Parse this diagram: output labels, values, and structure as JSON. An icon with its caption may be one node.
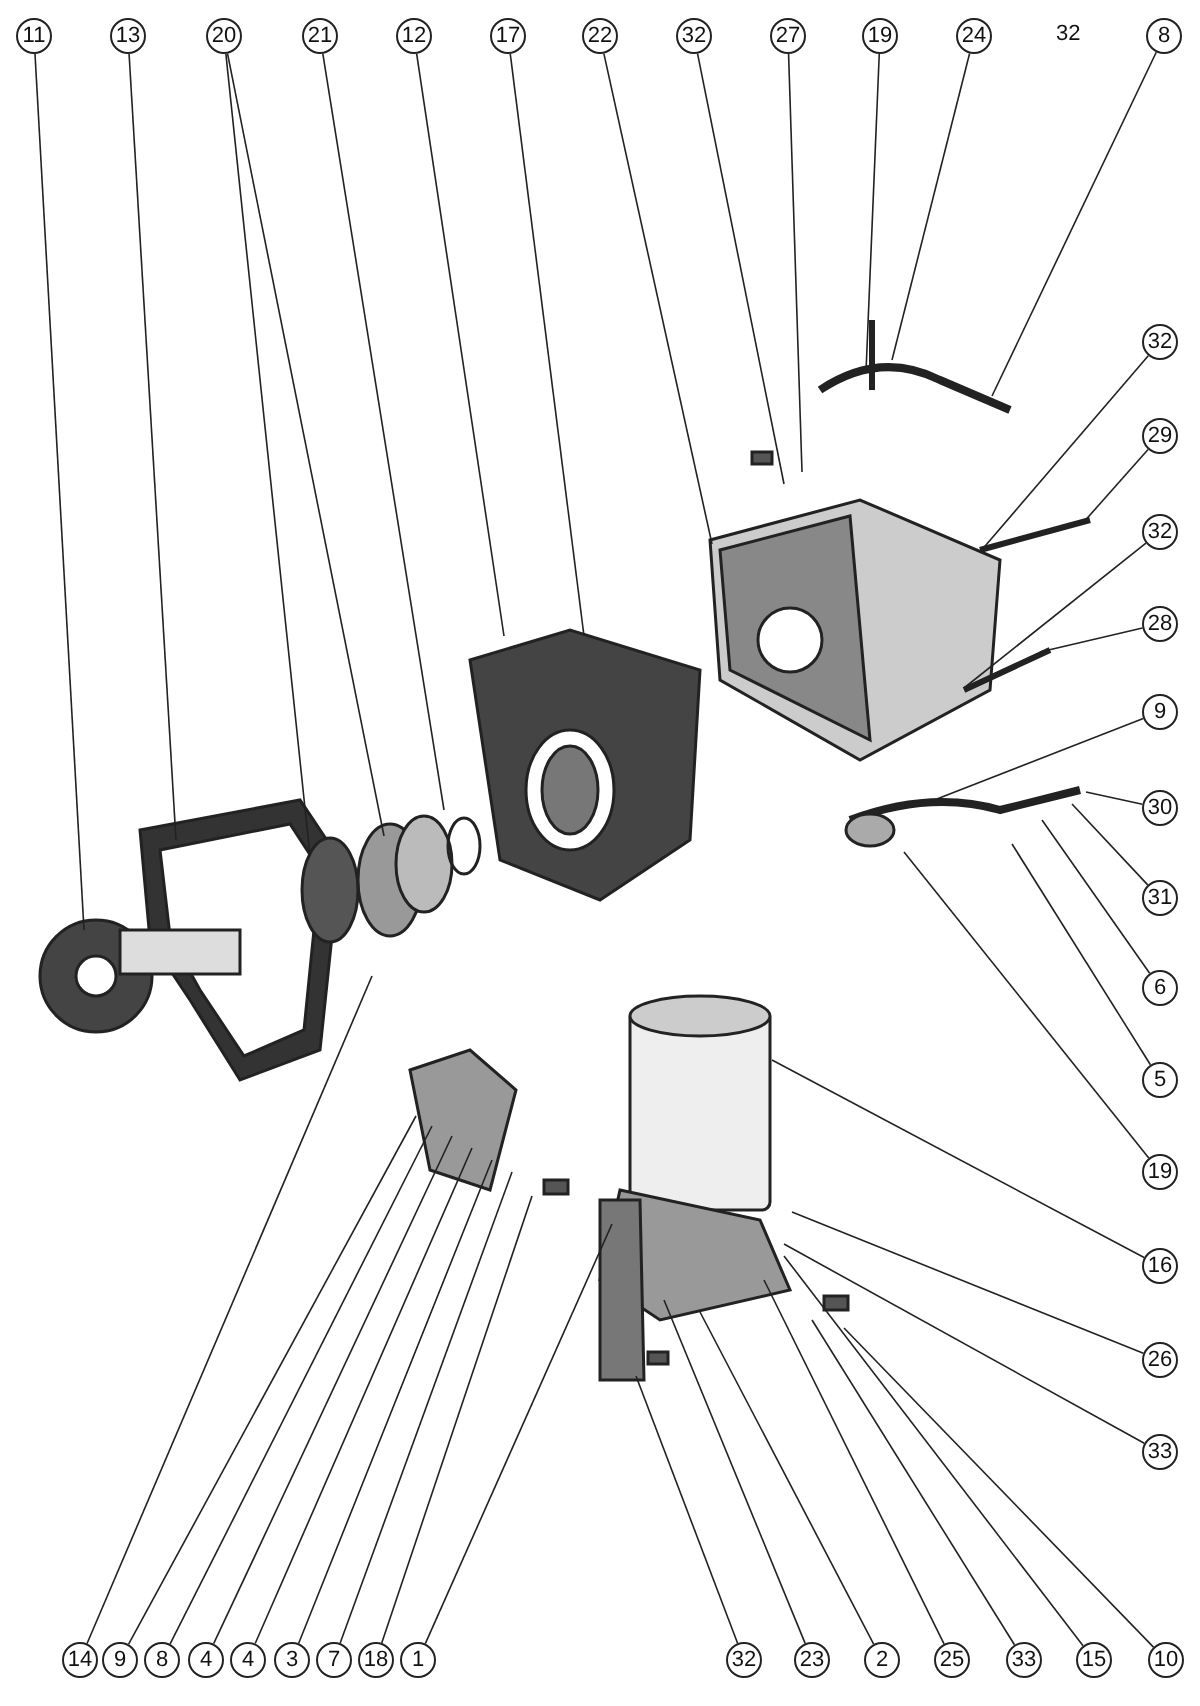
{
  "diagram": {
    "nodes": [
      {
        "text": [
          "11"
        ]
      },
      {
        "text": [
          "13"
        ]
      },
      {
        "text": [
          "20"
        ]
      },
      {
        "text": [
          "21"
        ]
      },
      {
        "text": [
          "12"
        ]
      },
      {
        "text": [
          "17"
        ]
      },
      {
        "text": [
          "22"
        ]
      },
      {
        "text": [
          "32"
        ]
      },
      {
        "text": [
          "27"
        ]
      },
      {
        "text": [
          "19"
        ]
      },
      {
        "text": [
          "24"
        ]
      },
      {
        "text": [
          "8"
        ]
      },
      {
        "text": [
          "32"
        ]
      },
      {
        "text": [
          "29"
        ]
      },
      {
        "text": [
          "32"
        ]
      },
      {
        "text": [
          "28"
        ]
      },
      {
        "text": [
          "9"
        ]
      },
      {
        "text": [
          "30"
        ]
      },
      {
        "text": [
          "31"
        ]
      },
      {
        "text": [
          "6"
        ]
      },
      {
        "text": [
          "5"
        ]
      },
      {
        "text": [
          "19"
        ]
      },
      {
        "text": [
          "16"
        ]
      },
      {
        "text": [
          "26"
        ]
      },
      {
        "text": [
          "33"
        ]
      },
      {
        "text": [
          "14"
        ]
      },
      {
        "text": [
          "9"
        ]
      },
      {
        "text": [
          "8"
        ]
      },
      {
        "text": [
          "4"
        ]
      },
      {
        "text": [
          "4"
        ]
      },
      {
        "text": [
          "3"
        ]
      },
      {
        "text": [
          "7"
        ]
      },
      {
        "text": [
          "18"
        ]
      },
      {
        "text": [
          "1"
        ]
      },
      {
        "text": [
          "32"
        ]
      },
      {
        "text": [
          "23"
        ]
      },
      {
        "text": [
          "2"
        ]
      },
      {
        "text": [
          "25"
        ]
      },
      {
        "text": [
          "33"
        ]
      },
      {
        "text": [
          "15"
        ]
      },
      {
        "text": [
          "10"
        ]
      }
    ],
    "edges": [
      {
        "from": 0,
        "to": null,
        "arrow": "none"
      },
      {
        "from": 1,
        "to": null,
        "arrow": "none"
      },
      {
        "from": 2,
        "to": null,
        "arrow": "none"
      },
      {
        "from": 3,
        "to": null,
        "arrow": "none"
      },
      {
        "from": 4,
        "to": null,
        "arrow": "none"
      },
      {
        "from": 5,
        "to": null,
        "arrow": "none"
      },
      {
        "from": 6,
        "to": null,
        "arrow": "none"
      },
      {
        "from": 7,
        "to": null,
        "arrow": "none"
      },
      {
        "from": 8,
        "to": null,
        "arrow": "none"
      },
      {
        "from": 9,
        "to": null,
        "arrow": "none"
      },
      {
        "from": 10,
        "to": null,
        "arrow": "none"
      },
      {
        "from": 11,
        "to": null,
        "arrow": "none"
      },
      {
        "from": 12,
        "to": null,
        "arrow": "none"
      },
      {
        "from": 13,
        "to": null,
        "arrow": "none"
      },
      {
        "from": 14,
        "to": null,
        "arrow": "none"
      },
      {
        "from": 15,
        "to": null,
        "arrow": "none"
      },
      {
        "from": 16,
        "to": null,
        "arrow": "none"
      },
      {
        "from": 17,
        "to": null,
        "arrow": "none"
      },
      {
        "from": 18,
        "to": null,
        "arrow": "none"
      },
      {
        "from": 19,
        "to": null,
        "arrow": "none"
      },
      {
        "from": 20,
        "to": null,
        "arrow": "none"
      },
      {
        "from": 21,
        "to": null,
        "arrow": "none"
      },
      {
        "from": 22,
        "to": null,
        "arrow": "none"
      },
      {
        "from": 23,
        "to": null,
        "arrow": "none"
      },
      {
        "from": 24,
        "to": null,
        "arrow": "none"
      },
      {
        "from": 25,
        "to": null,
        "arrow": "none"
      },
      {
        "from": 26,
        "to": null,
        "arrow": "none"
      },
      {
        "from": 27,
        "to": null,
        "arrow": "none"
      },
      {
        "from": 28,
        "to": null,
        "arrow": "none"
      },
      {
        "from": 29,
        "to": null,
        "arrow": "none"
      },
      {
        "from": 30,
        "to": null,
        "arrow": "none"
      },
      {
        "from": 31,
        "to": null,
        "arrow": "none"
      },
      {
        "from": 32,
        "to": null,
        "arrow": "none"
      },
      {
        "from": 33,
        "to": null,
        "arrow": "none"
      },
      {
        "from": 34,
        "to": null,
        "arrow": "none"
      },
      {
        "from": 35,
        "to": null,
        "arrow": "none"
      },
      {
        "from": 36,
        "to": null,
        "arrow": "none"
      },
      {
        "from": 37,
        "to": null,
        "arrow": "none"
      },
      {
        "from": 38,
        "to": null,
        "arrow": "none"
      },
      {
        "from": 39,
        "to": null,
        "arrow": "none"
      },
      {
        "from": 40,
        "to": null,
        "arrow": "none"
      },
      {
        "from": 2,
        "to": null,
        "arrow": "none"
      }
    ],
    "labels": [
      "32"
    ]
  }
}
